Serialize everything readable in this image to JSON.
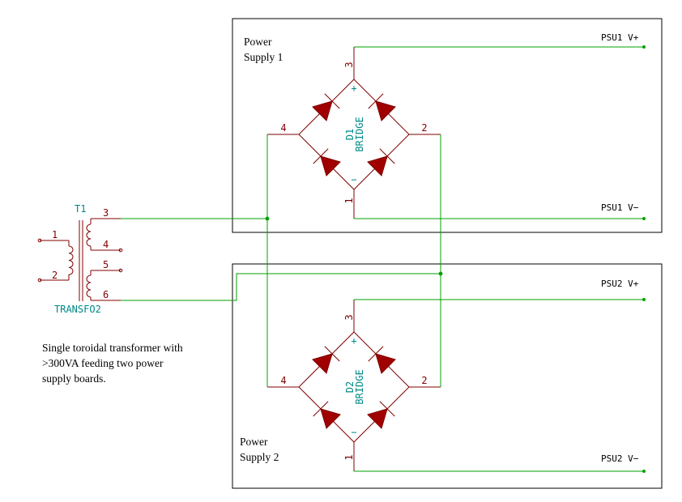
{
  "boards": [
    {
      "title_line1": "Power",
      "title_line2": "Supply 1"
    },
    {
      "title_line1": "Power",
      "title_line2": "Supply 2"
    }
  ],
  "bridges": [
    {
      "ref": "D1",
      "value": "BRIDGE",
      "pin_plus": "3",
      "pin_minus": "1",
      "pin_left": "4",
      "pin_right": "2",
      "sign_plus": "+",
      "sign_minus": "−"
    },
    {
      "ref": "D2",
      "value": "BRIDGE",
      "pin_plus": "3",
      "pin_minus": "1",
      "pin_left": "4",
      "pin_right": "2",
      "sign_plus": "+",
      "sign_minus": "−"
    }
  ],
  "transformer": {
    "ref": "T1",
    "value": "TRANSFO2",
    "pins": [
      "1",
      "2",
      "3",
      "4",
      "5",
      "6"
    ]
  },
  "net_labels": {
    "psu1_vplus": "PSU1 V+",
    "psu1_vminus": "PSU1 V−",
    "psu2_vplus": "PSU2 V+",
    "psu2_vminus": "PSU2 V−"
  },
  "note": {
    "line1": "Single toroidal transformer with",
    "line2": ">300VA feeding two power",
    "line3": "supply boards."
  },
  "colors": {
    "wire": "#00a000",
    "component": "#800000",
    "diode_fill": "#a00000",
    "reference_text": "#008888",
    "board_outline": "#000000"
  }
}
